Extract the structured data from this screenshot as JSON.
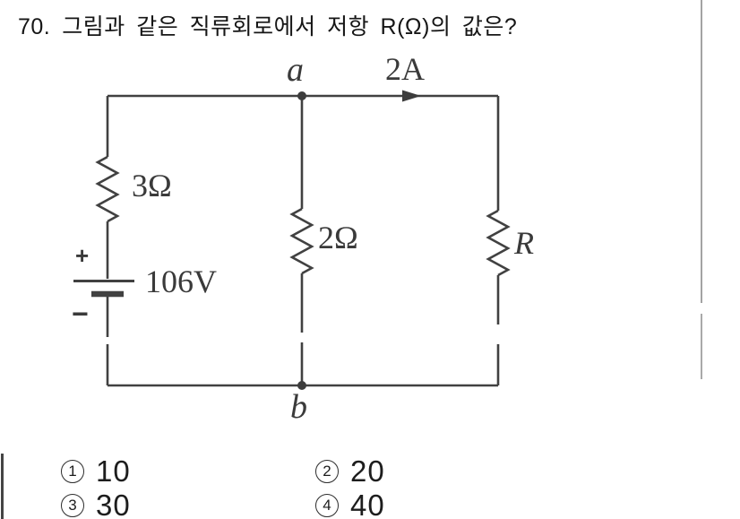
{
  "question": {
    "number": "70.",
    "text": "그림과 같은 직류회로에서 저항 R(Ω)의 값은?"
  },
  "circuit": {
    "node_top_label": "a",
    "node_bottom_label": "b",
    "current_label": "2A",
    "left_resistor_label": "3Ω",
    "middle_resistor_label": "2Ω",
    "right_resistor_label": "R",
    "battery_voltage_label": "106V",
    "battery_plus_label": "+",
    "battery_minus_label": "−"
  },
  "options": [
    {
      "marker": "1",
      "value": "10"
    },
    {
      "marker": "2",
      "value": "20"
    },
    {
      "marker": "3",
      "value": "30"
    },
    {
      "marker": "4",
      "value": "40"
    }
  ],
  "colors": {
    "ink": "#1d1d1d",
    "wire": "#414141",
    "divider_right": "#a3a3a3",
    "divider_left": "#454545"
  }
}
